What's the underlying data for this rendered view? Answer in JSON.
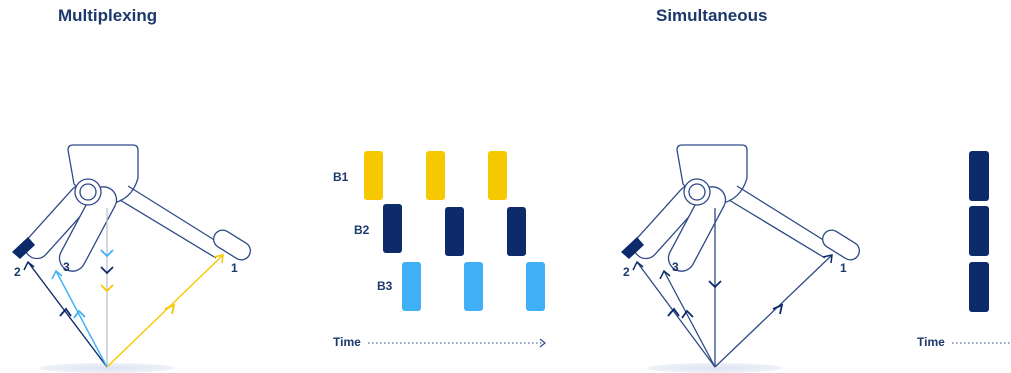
{
  "titles": {
    "left": "Multiplexing",
    "right": "Simultaneous"
  },
  "beam_labels": [
    "1",
    "2",
    "3"
  ],
  "timing_rows": [
    "B1",
    "B2",
    "B3"
  ],
  "time_label": "Time",
  "colors": {
    "navy": "#0d2b6b",
    "light_blue": "#3fb0f5",
    "yellow": "#f5c800",
    "outline": "#2e4a86",
    "text": "#1b3a6b",
    "floor": "#e4e8f3"
  }
}
